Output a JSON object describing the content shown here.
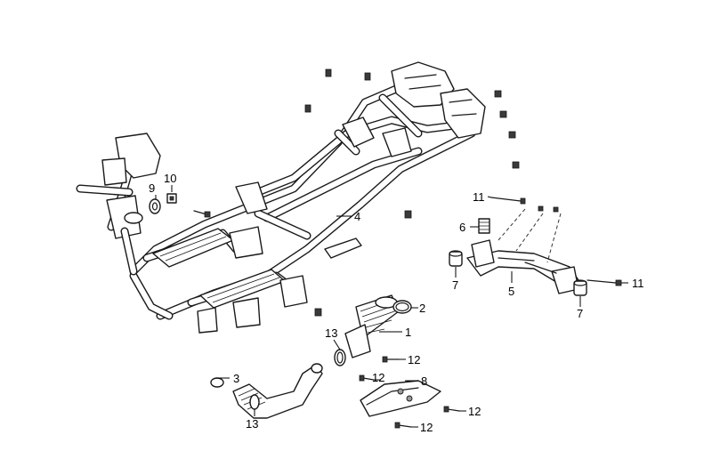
{
  "callouts": [
    {
      "id": "c1",
      "text": "1"
    },
    {
      "id": "c2",
      "text": "2"
    },
    {
      "id": "c3",
      "text": "3"
    },
    {
      "id": "c4",
      "text": "4"
    },
    {
      "id": "c5",
      "text": "5"
    },
    {
      "id": "c6",
      "text": "6"
    },
    {
      "id": "c7a",
      "text": "7"
    },
    {
      "id": "c7b",
      "text": "7"
    },
    {
      "id": "c8",
      "text": "8"
    },
    {
      "id": "c9",
      "text": "9"
    },
    {
      "id": "c10",
      "text": "10"
    },
    {
      "id": "c11a",
      "text": "11"
    },
    {
      "id": "c11b",
      "text": "11"
    },
    {
      "id": "c12a",
      "text": "12"
    },
    {
      "id": "c12b",
      "text": "12"
    },
    {
      "id": "c12c",
      "text": "12"
    },
    {
      "id": "c12d",
      "text": "12"
    },
    {
      "id": "c13a",
      "text": "13"
    },
    {
      "id": "c13b",
      "text": "13"
    }
  ]
}
